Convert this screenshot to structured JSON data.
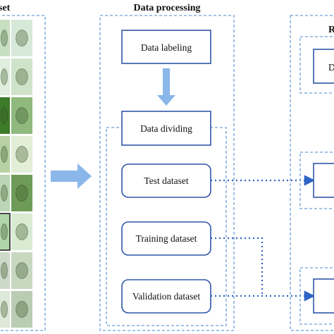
{
  "headers": {
    "dataset": "set",
    "processing": "Data processing",
    "right": "R"
  },
  "process_boxes": {
    "labeling": "Data labeling",
    "dividing": "Data dividing"
  },
  "datasets": {
    "test": "Test dataset",
    "training": "Training dataset",
    "validation": "Validation dataset"
  },
  "right_panel": {
    "top_box_letter": "D"
  },
  "colors": {
    "dashed_border": "#6a9fd8",
    "box_border": "#2f56a8",
    "arrow_fill": "#8ab6ea",
    "dotted_line": "#2e63c4"
  },
  "thumbnails": [
    {
      "name": "image-circular-cell",
      "bg": "#c9dfc2"
    },
    {
      "name": "image-round-cell",
      "bg": "#d7e9d8"
    },
    {
      "name": "image-elongated-cell",
      "bg": "#dfeedd"
    },
    {
      "name": "image-leaf-cell",
      "bg": "#cfe3c9"
    },
    {
      "name": "image-green-chain",
      "bg": "#3d7a2a"
    },
    {
      "name": "image-clustered-cells",
      "bg": "#90b97e"
    },
    {
      "name": "image-dark-cell",
      "bg": "#b8d1a4"
    },
    {
      "name": "image-spiny-cell",
      "bg": "#e3eed6"
    },
    {
      "name": "image-spherical-cell",
      "bg": "#bcd5b4"
    },
    {
      "name": "image-dense-cell",
      "bg": "#6e9c58"
    },
    {
      "name": "image-tailed-cell",
      "bg": "#b1d6ac"
    },
    {
      "name": "image-stalked-cell",
      "bg": "#d9ebd3"
    },
    {
      "name": "image-oval-cell",
      "bg": "#cdd9c8"
    },
    {
      "name": "image-ring-cells",
      "bg": "#c7d8c0"
    },
    {
      "name": "image-drop-cell",
      "bg": "#dde8d8"
    },
    {
      "name": "image-copepod",
      "bg": "#b9cdb2"
    }
  ]
}
